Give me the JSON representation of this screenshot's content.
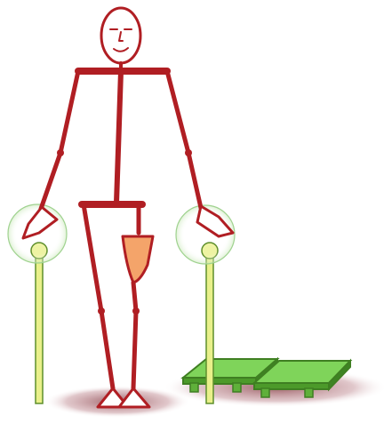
{
  "scene": {
    "figure": "stick-figure-with-prosthetic-leg",
    "supports": [
      "left-walking-cane",
      "right-walking-cane"
    ],
    "platforms": [
      "step-platform-left",
      "step-platform-right"
    ],
    "colors": {
      "body": "#b01e23",
      "prosthetic_socket": "#f4a46a",
      "cane_shaft": "#e9f08a",
      "cane_outline": "#5e8f2c",
      "grip_ring": "#9fd28f",
      "platform_top": "#7fd45a",
      "platform_side": "#4c9a2a",
      "shadow": "#7a2a33"
    }
  }
}
